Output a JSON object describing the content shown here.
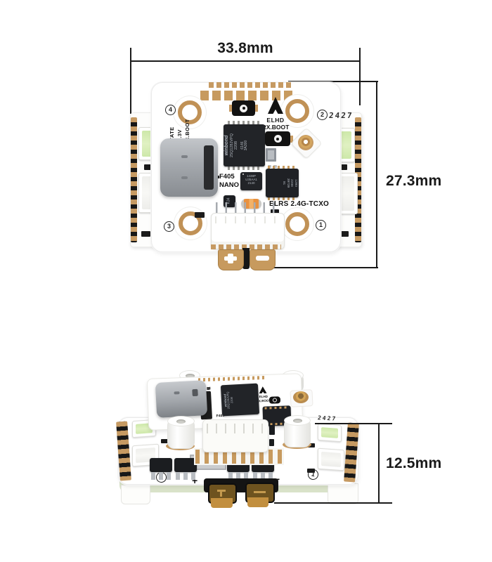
{
  "dim": {
    "width": "33.8mm",
    "height": "27.3mm",
    "stack": "12.5mm"
  },
  "silk": {
    "state": "STATE",
    "v33": "+3.3V",
    "fc_boot": "FC.BOOT",
    "brand": "ELHD",
    "rx_boot": "RX.BOOT",
    "mcu1": "F405",
    "mcu2": "NANO",
    "elrs": "ELRS 2.4G-TCXO",
    "plus": "+",
    "minus": "−",
    "date_code": "2427"
  },
  "corners": {
    "tl": "4",
    "tr": "2",
    "bl": "3",
    "br": "1"
  },
  "chips": {
    "flash": {
      "l1": "winbond",
      "l2": "25Q128JVPQ",
      "l3": "2208",
      "l4": "6146",
      "l5": "3A300"
    },
    "ic1": {
      "l1": "1438P",
      "l2": "U35AA1",
      "l3": "2140"
    },
    "rf": {
      "l1": "1280",
      "l2": "2208",
      "l3": "39739",
      "l4": "91"
    },
    "reg": "K34",
    "diode": "K4"
  },
  "side": {
    "date_code": "2427",
    "left_num": "3",
    "right_num": "1",
    "plus": "+",
    "minus": "−"
  },
  "colors": {
    "gold": "#c69a62",
    "led_green": "#cde8a9",
    "pcb_green": "#d9e2c9",
    "chip_black": "#222428",
    "usb_silver": "#a8abb0",
    "line": "#1a1a1a"
  }
}
